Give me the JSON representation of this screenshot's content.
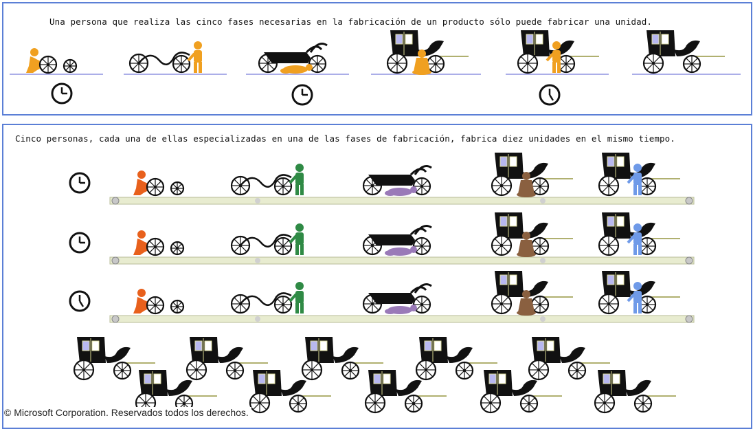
{
  "top": {
    "caption": "Una persona que realiza las cinco fases necesarias en la fabricación de un producto sólo puede fabricar una unidad."
  },
  "bottom": {
    "caption": "Cinco personas, cada una de ellas especializadas en una de las fases de fabricación, fabrica diez unidades en el mismo tiempo."
  },
  "footer": {
    "copyright": "© Microsoft Corporation. Reservados todos los derechos."
  },
  "colors": {
    "frame": "#5b7fd6",
    "worker_single": "#f0a020",
    "worker_phase1": "#e8601c",
    "worker_phase2": "#2f8a45",
    "worker_phase3": "#9a7ab8",
    "worker_phase4": "#8a6040",
    "worker_phase5": "#6f9ae8",
    "carriage": "#111111",
    "window": "#b8b8f0",
    "belt": "#e8ecd0"
  },
  "icons": {
    "clock": "clock-icon",
    "worker": "worker-icon",
    "wheel": "wheel-icon",
    "carriage": "carriage-icon",
    "belt": "conveyor-belt"
  }
}
